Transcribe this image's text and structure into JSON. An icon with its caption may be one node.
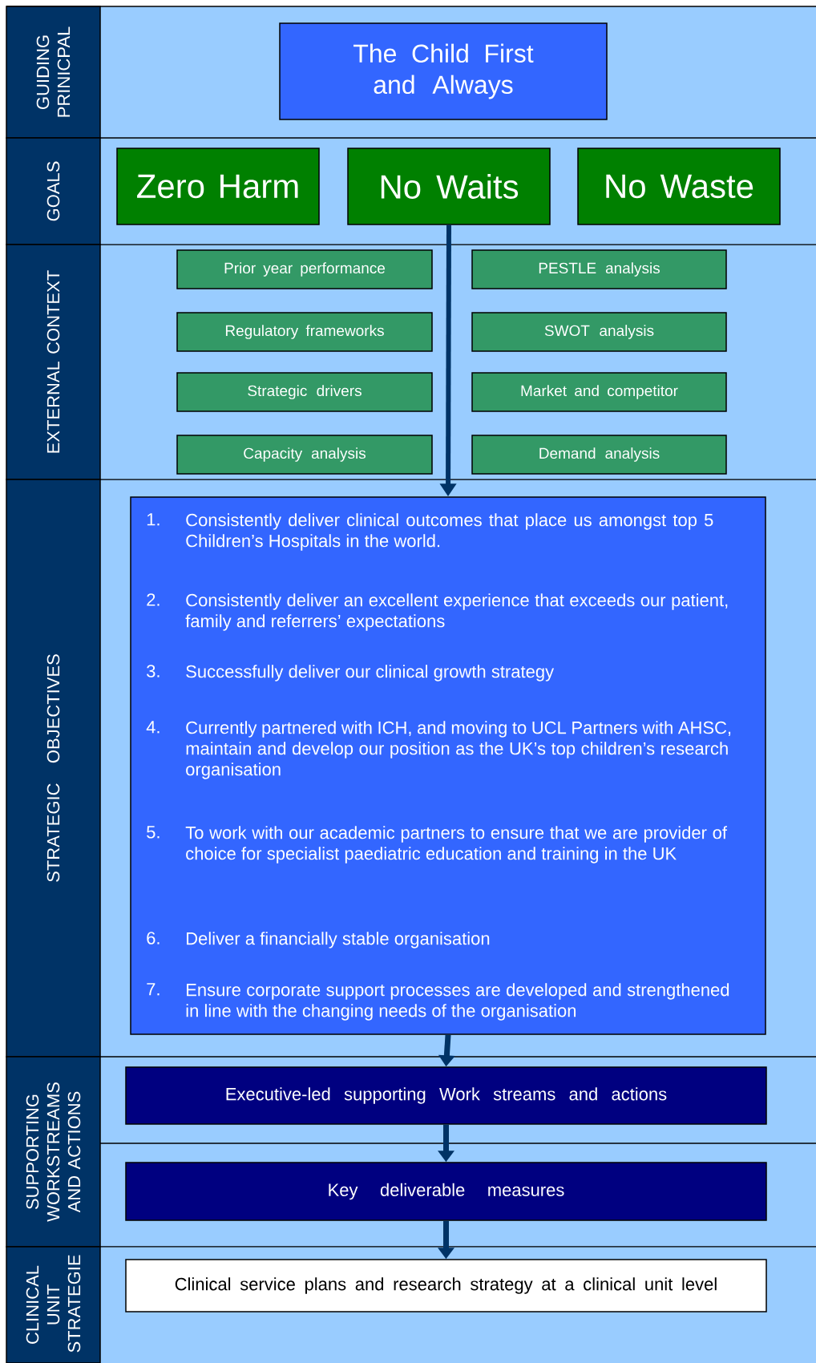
{
  "diagram": {
    "nodes": [
      {
        "text": [
          "GUIDING PRINICPAL"
        ]
      },
      {
        "text": [
          "The Child First and Always"
        ]
      },
      {
        "text": [
          "GOALS"
        ]
      },
      {
        "text": [
          "Zero Harm"
        ]
      },
      {
        "text": [
          "No Waits"
        ]
      },
      {
        "text": [
          "No Waste"
        ]
      },
      {
        "text": [
          "EXTERNAL CONTEXT"
        ]
      },
      {
        "text": [
          "Prior year performance"
        ]
      },
      {
        "text": [
          "PESTLE analysis"
        ]
      },
      {
        "text": [
          "Regulatory frameworks"
        ]
      },
      {
        "text": [
          "SWOT analysis"
        ]
      },
      {
        "text": [
          "Strategic drivers"
        ]
      },
      {
        "text": [
          "Market and competitor"
        ]
      },
      {
        "text": [
          "Capacity analysis"
        ]
      },
      {
        "text": [
          "Demand analysis"
        ]
      },
      {
        "text": [
          "STRATEGIC OBJECTIVES"
        ]
      },
      {
        "text": [
          "1.",
          "Consistently deliver clinical outcomes that place us amongst top 5 Children’s Hospitals in the world.",
          "2.",
          "Consistently deliver an excellent experience that exceeds our patient, family and referrers’ expectations",
          "3.",
          "Successfully deliver our clinical growth strategy",
          "4.",
          "Currently partnered with ICH, and moving to UCL Partners with AHSC, maintain and develop our position as the UK’s top children’s research organisation",
          "5.",
          "To work with our academic partners to ensure that we are provider of choice for specialist paediatric education and training in the UK",
          "6.",
          "Deliver a financially stable organisation",
          "7.",
          "Ensure corporate support processes are developed and strengthened in line with the changing needs of the organisation"
        ]
      },
      {
        "text": [
          "SUPPORTING WORKSTREAMS AND ACTIONS"
        ]
      },
      {
        "text": [
          "Executive-led supporting Work streams and actions"
        ]
      },
      {
        "text": [
          "Key deliverable measures"
        ]
      },
      {
        "text": [
          "CLINICAL UNIT STRATEGIE"
        ]
      },
      {
        "text": [
          "Clinical service plans and research strategy at a clinical unit level"
        ]
      }
    ],
    "edges": [
      {
        "from": 4,
        "to": 16,
        "arrow": "to"
      },
      {
        "from": 16,
        "to": 18,
        "arrow": "to"
      },
      {
        "from": 18,
        "to": 19,
        "arrow": "to"
      },
      {
        "from": 19,
        "to": 21,
        "arrow": "to"
      }
    ]
  }
}
